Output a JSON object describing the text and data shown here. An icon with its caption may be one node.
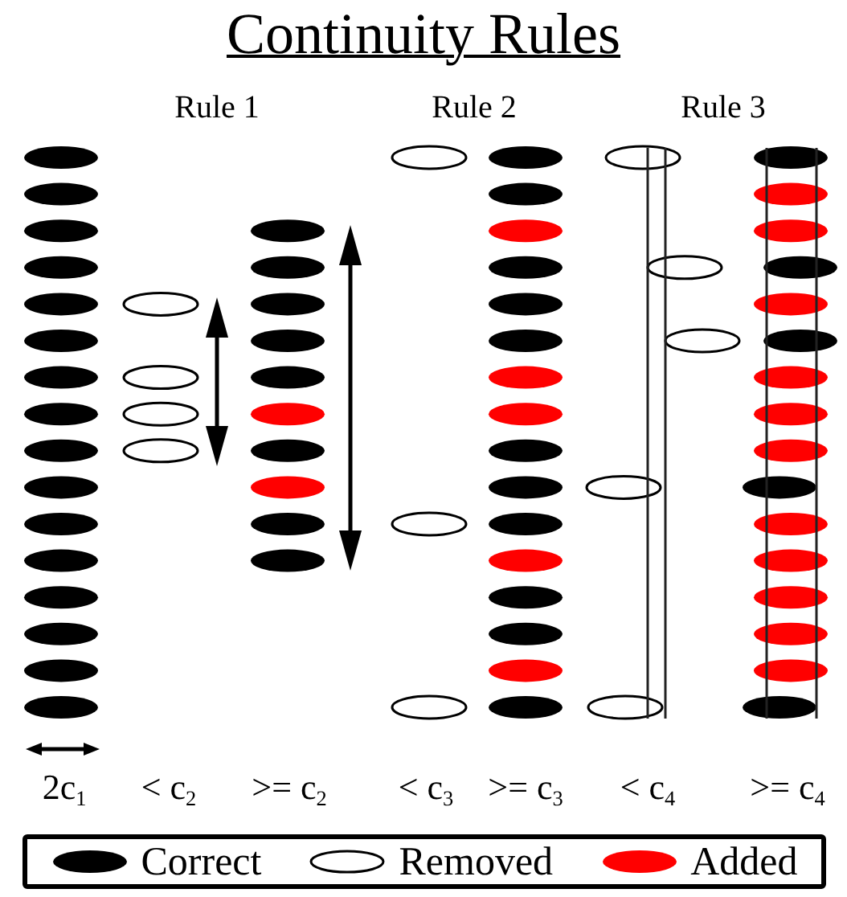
{
  "diagram": {
    "title": "Continuity Rules",
    "labels": [
      "Rule 1",
      "Rule 2",
      "Rule 3",
      "2c$_{1}$",
      "< c$_{2}$",
      ">= c$_{2}$",
      "< c$_{3}$",
      ">= c$_{3}$",
      "< c$_{4}$",
      ">= c$_{4}$"
    ],
    "legend": [
      {
        "text": "Correct",
        "color": "#000000"
      },
      {
        "text": "Removed"
      },
      {
        "text": "Added",
        "color": "#ff0000"
      }
    ]
  }
}
